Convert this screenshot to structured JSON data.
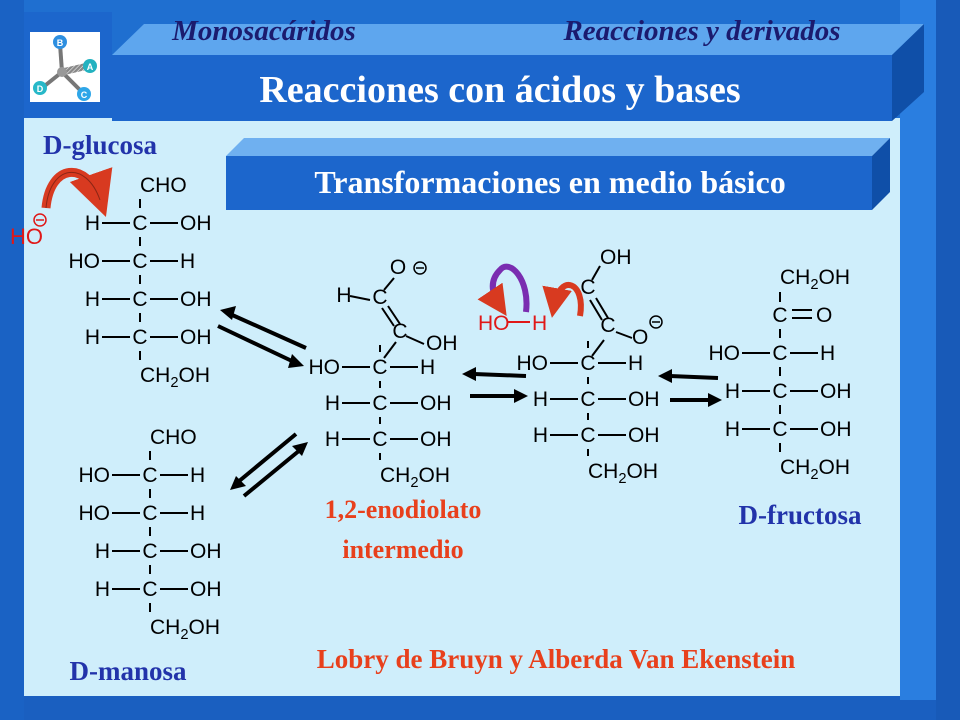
{
  "header": {
    "section": "Monosacáridos",
    "subsection": "Reacciones y derivados",
    "title": "Reacciones con ácidos y bases"
  },
  "banner": {
    "text": "Transformaciones en medio básico"
  },
  "labels": {
    "glucose": "D-glucosa",
    "mannose": "D-manosa",
    "fructose": "D-fructosa",
    "enediolate_line1": "1,2-enodiolato",
    "enediolate_line2": "intermedio",
    "credit": "Lobry de Bruyn y Alberda Van Ekenstein"
  },
  "structures": {
    "glucose": {
      "top": "CHO",
      "rows": [
        [
          "H",
          "OH"
        ],
        [
          "HO",
          "H"
        ],
        [
          "H",
          "OH"
        ],
        [
          "H",
          "OH"
        ]
      ],
      "bottom": "CH2OH"
    },
    "mannose": {
      "top": "CHO",
      "rows": [
        [
          "HO",
          "H"
        ],
        [
          "HO",
          "H"
        ],
        [
          "H",
          "OH"
        ],
        [
          "H",
          "OH"
        ]
      ],
      "bottom": "CH2OH"
    },
    "fructose": {
      "top": "CH2OH",
      "ketone": [
        "C",
        "O"
      ],
      "rows": [
        [
          "HO",
          "H"
        ],
        [
          "H",
          "OH"
        ],
        [
          "H",
          "OH"
        ]
      ],
      "bottom": "CH2OH"
    },
    "enediolate": {
      "top": [
        "H",
        "C",
        "O"
      ],
      "second": [
        "C",
        "OH"
      ],
      "rows": [
        [
          "HO",
          "H"
        ],
        [
          "H",
          "OH"
        ],
        [
          "H",
          "OH"
        ]
      ],
      "bottom": "CH2OH"
    },
    "enediol2": {
      "top": [
        "OH",
        "C"
      ],
      "second": [
        "C",
        "O"
      ],
      "rows": [
        [
          "HO",
          "H"
        ],
        [
          "H",
          "OH"
        ],
        [
          "H",
          "OH"
        ]
      ],
      "bottom": "CH2OH"
    },
    "hydroxide_1": "HO",
    "hydroxide_2": [
      "HO",
      "H"
    ]
  },
  "colors": {
    "frame_blue": "#1f6fd0",
    "frame_dark": "#0d3f8c",
    "panel": "#cfeefb",
    "title_dark": "#1b1b6e",
    "label_blue": "#2233aa",
    "label_red": "#e8401c",
    "hydroxide_red": "#e01818",
    "arrow_red": "#d83a20"
  }
}
